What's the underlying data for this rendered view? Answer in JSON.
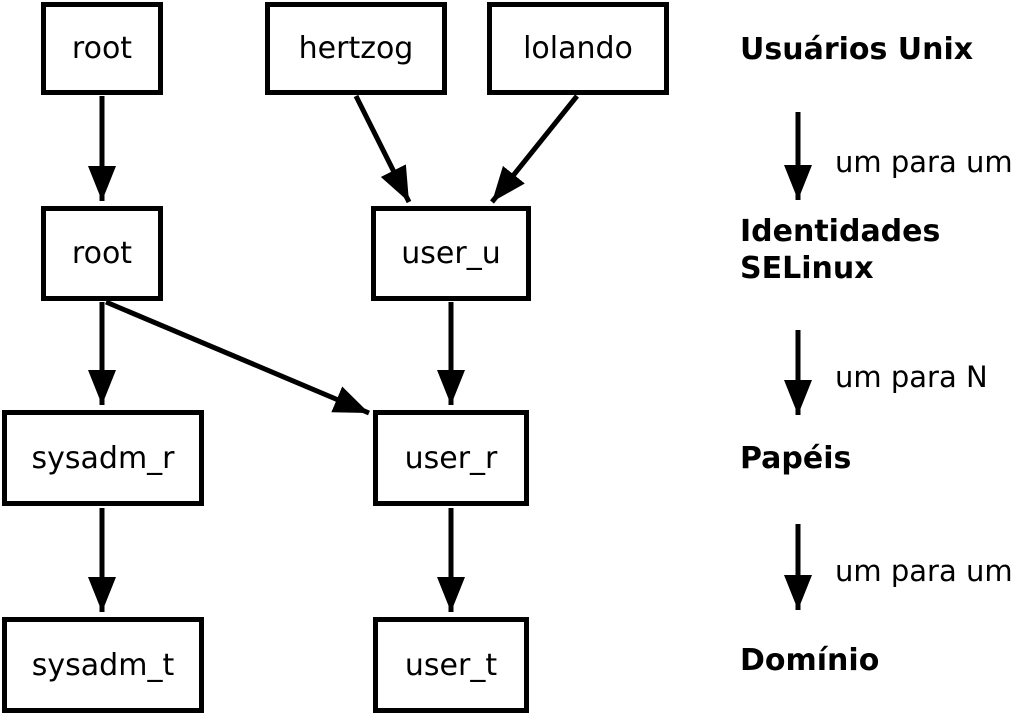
{
  "diagram": {
    "nodes": {
      "root_unix": "root",
      "hertzog": "hertzog",
      "lolando": "lolando",
      "root_selinux": "root",
      "user_u": "user_u",
      "sysadm_r": "sysadm_r",
      "user_r": "user_r",
      "sysadm_t": "sysadm_t",
      "user_t": "user_t"
    },
    "legend": {
      "level1": "Usuários Unix",
      "mapping1": "um para um",
      "level2": "Identidades\nSELinux",
      "mapping2": "um para N",
      "level3": "Papéis",
      "mapping3": "um para um",
      "level4": "Domínio"
    },
    "colors": {
      "stroke": "#000000",
      "background": "#ffffff"
    }
  }
}
